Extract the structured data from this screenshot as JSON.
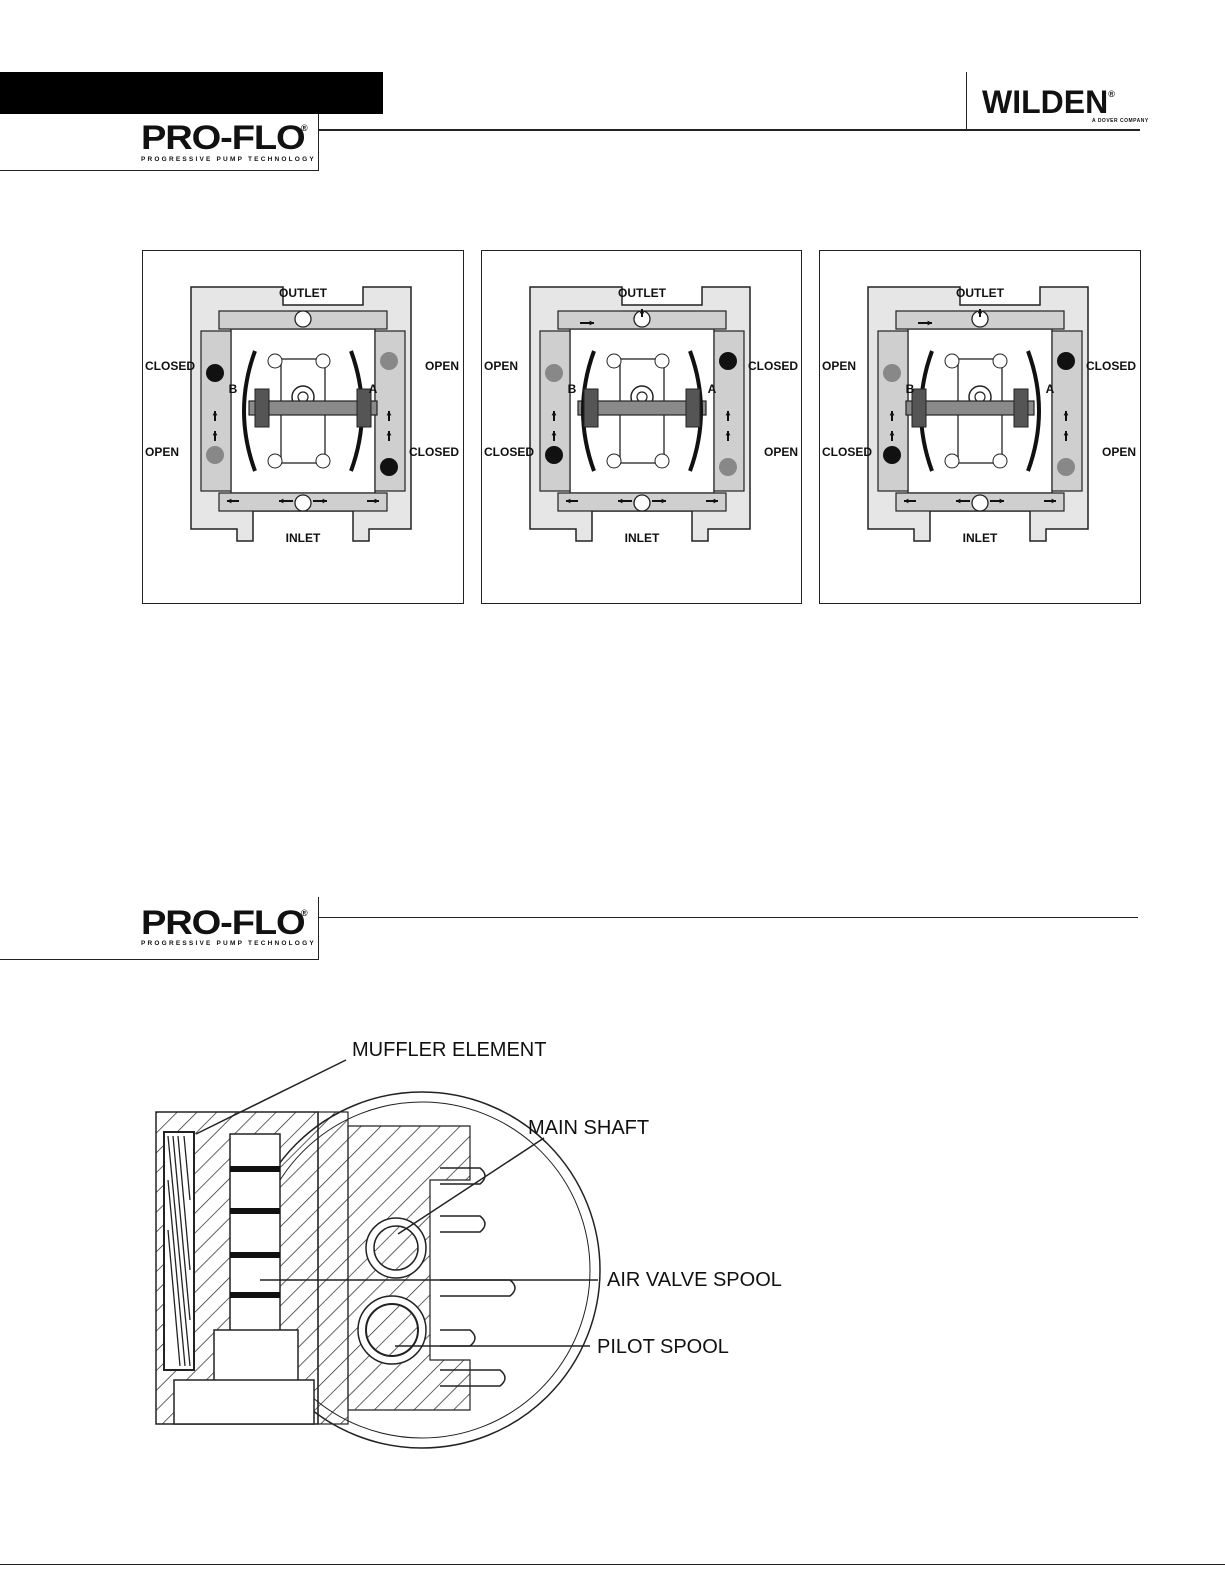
{
  "header": {
    "brand": "PRO-FLO",
    "brand_reg": "®",
    "tagline": "PROGRESSIVE PUMP TECHNOLOGY",
    "company": "WILDEN",
    "company_reg": "®",
    "company_sub": "A DOVER COMPANY"
  },
  "diagrams": [
    {
      "outlet": "OUTLET",
      "inlet": "INLET",
      "left_top": "CLOSED",
      "left_bottom": "OPEN",
      "right_top": "OPEN",
      "right_bottom": "CLOSED",
      "chamber_left": "B",
      "chamber_right": "A"
    },
    {
      "outlet": "OUTLET",
      "inlet": "INLET",
      "left_top": "OPEN",
      "left_bottom": "CLOSED",
      "right_top": "CLOSED",
      "right_bottom": "OPEN",
      "chamber_left": "B",
      "chamber_right": "A"
    },
    {
      "outlet": "OUTLET",
      "inlet": "INLET",
      "left_top": "OPEN",
      "left_bottom": "CLOSED",
      "right_top": "CLOSED",
      "right_bottom": "OPEN",
      "chamber_left": "B",
      "chamber_right": "A"
    }
  ],
  "section2": {
    "brand": "PRO-FLO",
    "brand_reg": "®",
    "tagline": "PROGRESSIVE PUMP TECHNOLOGY"
  },
  "cutaway": {
    "muffler": "MUFFLER ELEMENT",
    "main_shaft": "MAIN SHAFT",
    "air_valve_spool": "AIR VALVE SPOOL",
    "pilot_spool": "PILOT SPOOL"
  }
}
